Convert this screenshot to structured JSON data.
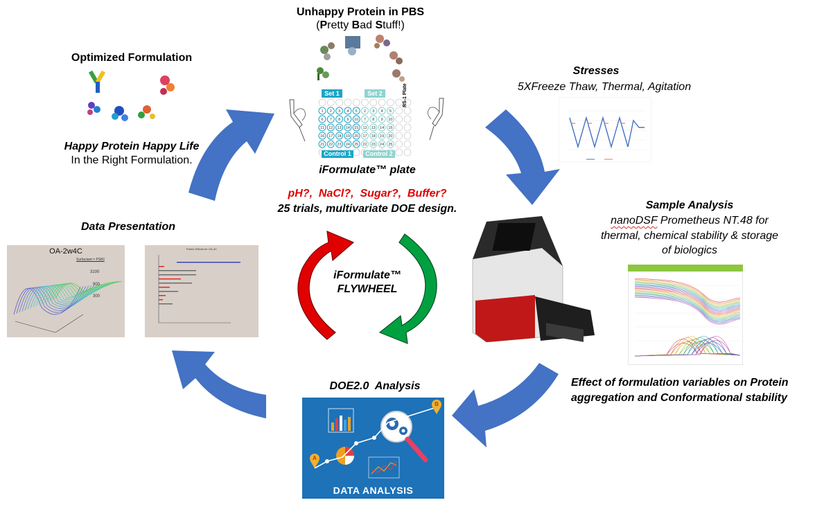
{
  "top": {
    "title": "Unhappy Protein in PBS",
    "subtitle": {
      "open": "(",
      "p": "P",
      "p_rest": "retty ",
      "b": "B",
      "b_rest": "ad ",
      "s": "S",
      "s_rest": "tuff!)"
    }
  },
  "plate": {
    "set1": "Set 1",
    "set2": "Set 2",
    "control1": "Control 1",
    "control2": "Control 2",
    "side_label": "RS-1 Plate",
    "numbers": [
      "1",
      "2",
      "3",
      "4",
      "5",
      "6",
      "7",
      "8",
      "9",
      "10",
      "11",
      "12",
      "13",
      "14",
      "15",
      "16",
      "17",
      "18",
      "19",
      "20",
      "21",
      "22",
      "23",
      "24",
      "25"
    ],
    "caption": "iFormulate™ plate"
  },
  "optimized": {
    "title": "Optimized Formulation",
    "happy": "Happy Protein Happy Life",
    "right": "In the Right Formulation."
  },
  "stresses": {
    "title": "Stresses",
    "detail": "5XFreeze Thaw, Thermal, Agitation"
  },
  "center": {
    "variables": "pH?,  NaCl?,  Sugar?,  Buffer?",
    "trials": "25 trials, multivariate DOE design.",
    "flywheel_line1": "iFormulate™",
    "flywheel_line2": "FLYWHEEL"
  },
  "sample_analysis": {
    "title": "Sample Analysis",
    "brand": "nanoDSF",
    "line1_rest": " Prometheus NT.48 for",
    "line2": "thermal, chemical stability & storage",
    "line3": "of biologics"
  },
  "data_presentation": {
    "title": "Data Presentation",
    "chart1_title": "OA-2w4C",
    "chart1_legend": "Surfactant = PS80",
    "chart1_ticks": [
      "3100",
      "900",
      "300"
    ],
    "chart2_title": "Pareto Effects for OA-4C"
  },
  "effect": {
    "line1": "Effect of formulation variables on Protein",
    "line2": "aggregation and Conformational stability"
  },
  "doe": {
    "title": "DOE2.0  Analysis",
    "banner": "DATA ANALYSIS",
    "marker_a": "A",
    "marker_b": "B"
  },
  "colors": {
    "big_arrow": "#4472c4",
    "red_arrow": "#e00000",
    "green_arrow": "#00a040",
    "red_text": "#e00000",
    "plate_teal": "#1aa6c7",
    "plate_light_teal": "#8ed3cf",
    "doe_bg": "#1d72b8"
  }
}
